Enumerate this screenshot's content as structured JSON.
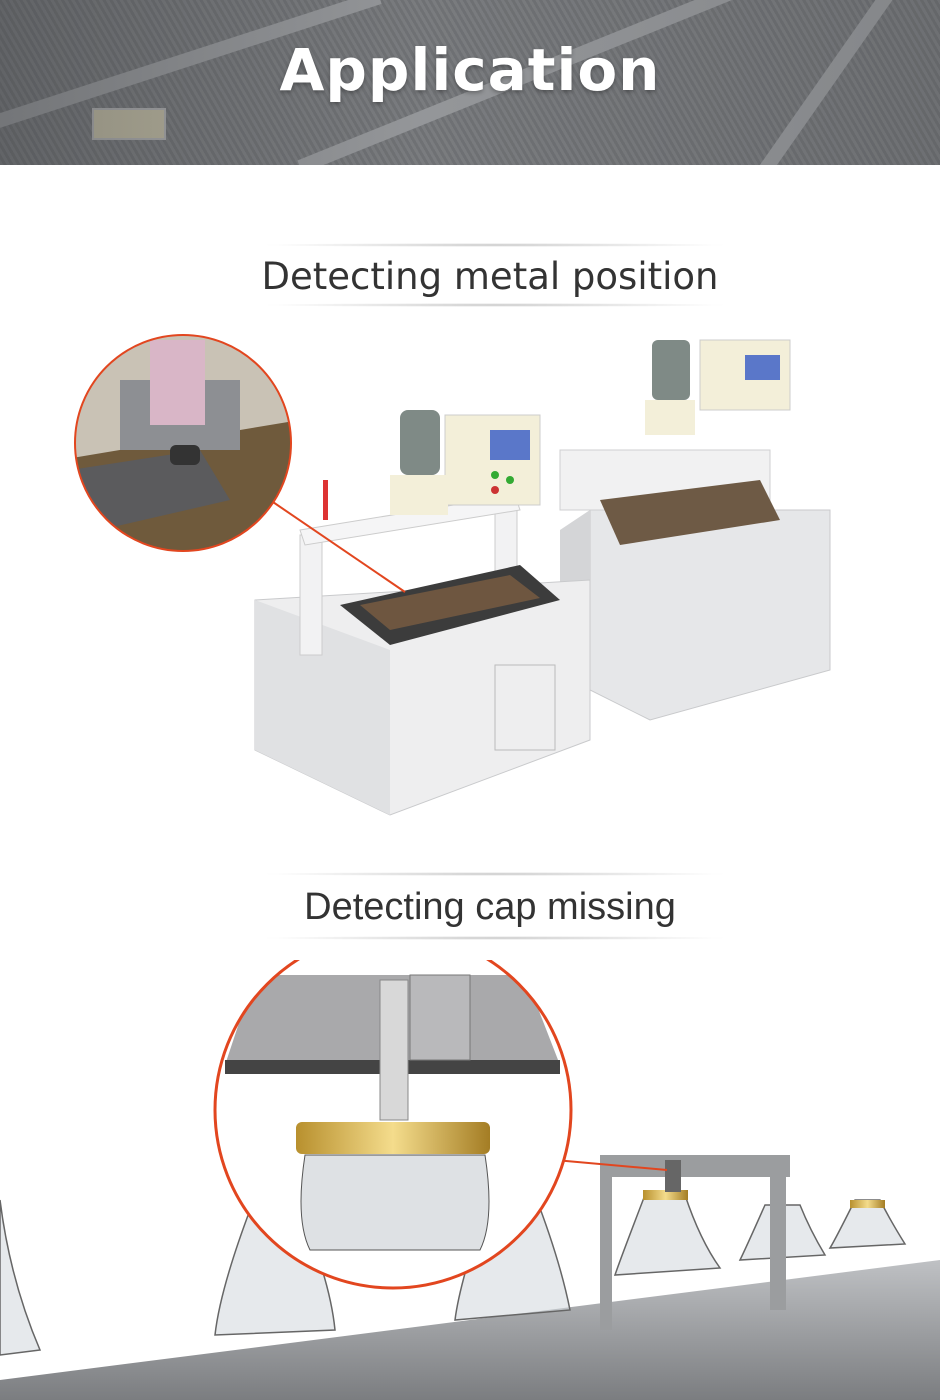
{
  "banner": {
    "title": "Application"
  },
  "sections": [
    {
      "title": "Detecting metal position",
      "illustration": "metal-detection-machines"
    },
    {
      "title": "Detecting cap missing",
      "illustration": "bottle-cap-conveyor"
    }
  ],
  "colors": {
    "accent": "#e2461f",
    "title_text": "#333333",
    "banner_text": "#ffffff"
  }
}
